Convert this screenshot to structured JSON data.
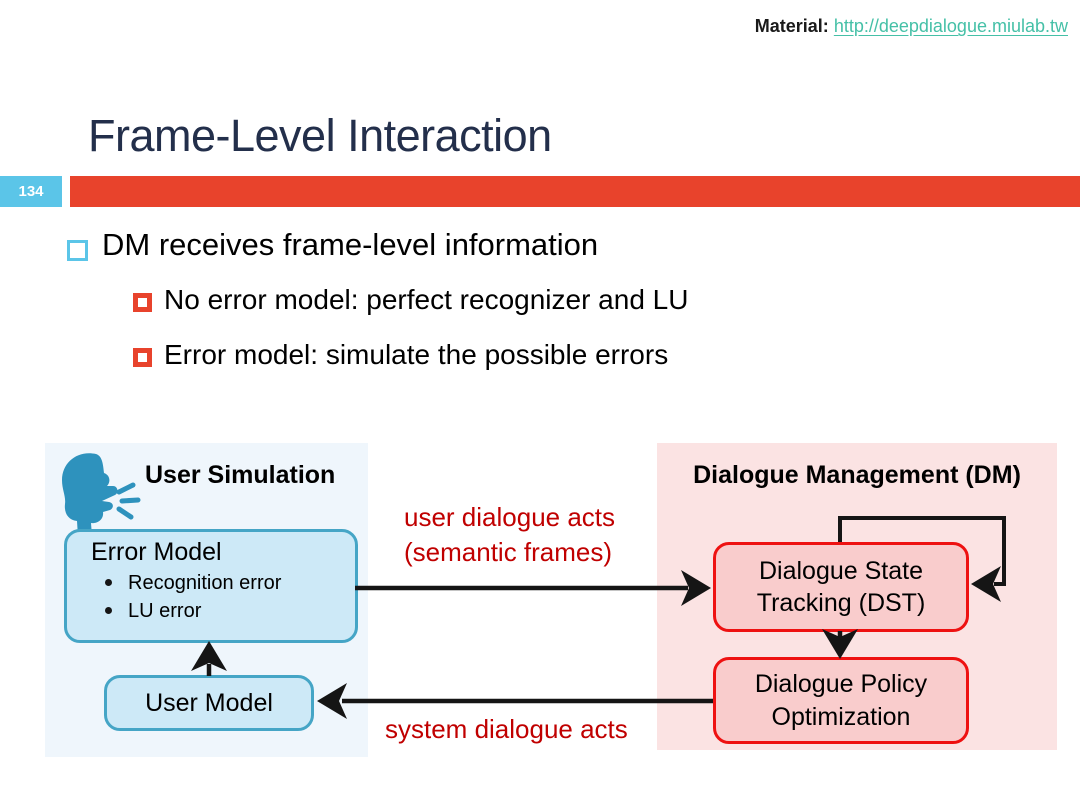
{
  "header": {
    "material_label": "Material:",
    "material_link": "http://deepdialogue.miulab.tw"
  },
  "slide": {
    "title": "Frame-Level Interaction",
    "page_number": "134"
  },
  "bullets": {
    "level1": "DM receives frame-level information",
    "level2": [
      "No error model: perfect recognizer and LU",
      "Error model: simulate the possible errors"
    ]
  },
  "diagram": {
    "left_panel": {
      "title": "User Simulation",
      "icon": "speaking-head-icon",
      "error_model": {
        "title": "Error Model",
        "items": [
          "Recognition error",
          "LU error"
        ]
      },
      "user_model_label": "User Model"
    },
    "right_panel": {
      "title": "Dialogue Management (DM)",
      "dst_label": "Dialogue State Tracking (DST)",
      "policy_label": "Dialogue Policy Optimization"
    },
    "flow_labels": {
      "user_acts_line1": "user dialogue acts",
      "user_acts_line2": "(semantic frames)",
      "system_acts": "system dialogue acts"
    }
  },
  "colors": {
    "accent_red": "#e8432c",
    "page_number_cyan": "#5bc5e8",
    "title_navy": "#232f4b",
    "link_teal": "#45c0a7",
    "flow_label_red": "#c00000",
    "blue_box_fill": "#cde9f7",
    "blue_box_border": "#45a5c6",
    "pink_box_fill": "#f9cccc",
    "pink_box_border": "#ee1111",
    "left_panel_bg": "#eff6fc",
    "right_panel_bg": "#fbe3e3",
    "arrow_black": "#151515"
  }
}
